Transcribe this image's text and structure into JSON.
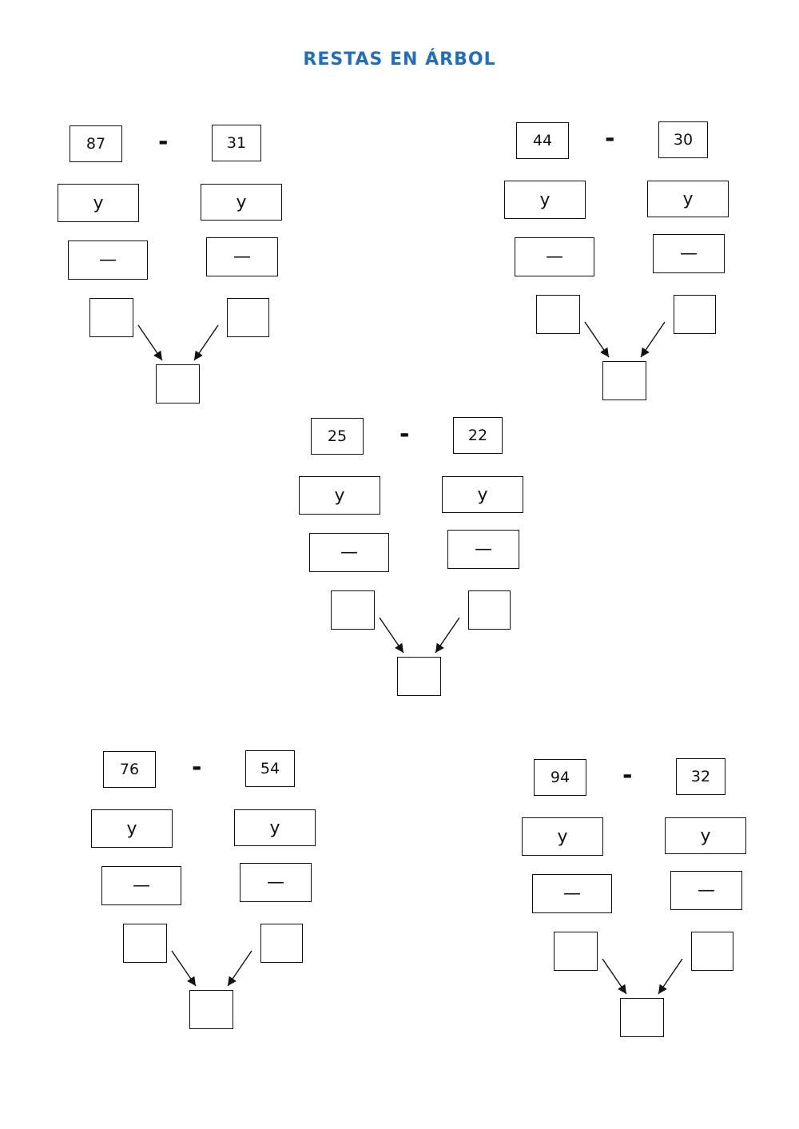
{
  "title": "RESTAS EN ÁRBOL",
  "operator": "-",
  "y_label": "y",
  "dash_label": "—",
  "problems": [
    {
      "left": "87",
      "right": "31"
    },
    {
      "left": "44",
      "right": "30"
    },
    {
      "left": "25",
      "right": "22"
    },
    {
      "left": "76",
      "right": "54"
    },
    {
      "left": "94",
      "right": "32"
    }
  ]
}
